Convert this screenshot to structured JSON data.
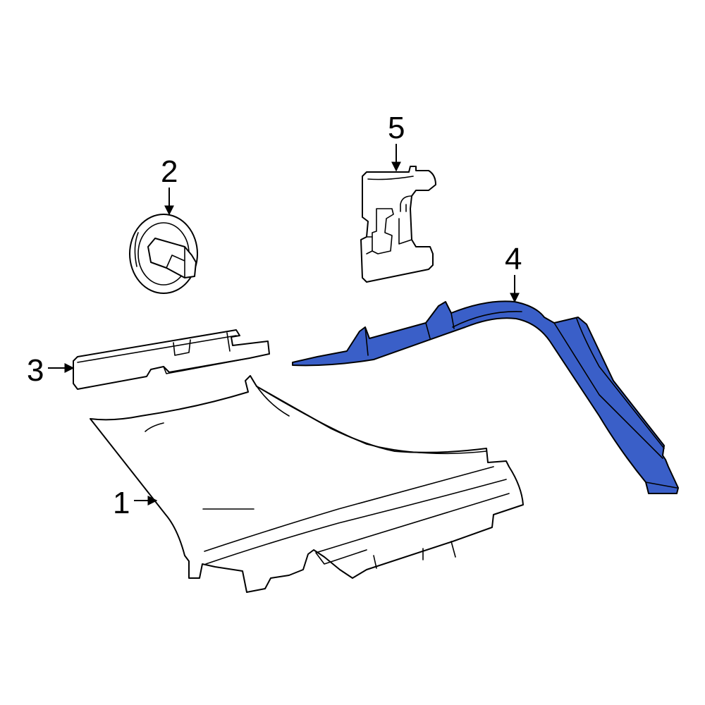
{
  "colors": {
    "background": "#ffffff",
    "outline": "#000000",
    "highlight": "#3a5fc8"
  },
  "callouts": [
    {
      "id": "1",
      "label": "1",
      "part": "quarter-trim-panel"
    },
    {
      "id": "2",
      "label": "2",
      "part": "retainer-clip"
    },
    {
      "id": "3",
      "label": "3",
      "part": "upper-trim-strip"
    },
    {
      "id": "4",
      "label": "4",
      "part": "pillar-trim-highlighted"
    },
    {
      "id": "5",
      "label": "5",
      "part": "mounting-bracket"
    }
  ],
  "highlighted_part": "4"
}
